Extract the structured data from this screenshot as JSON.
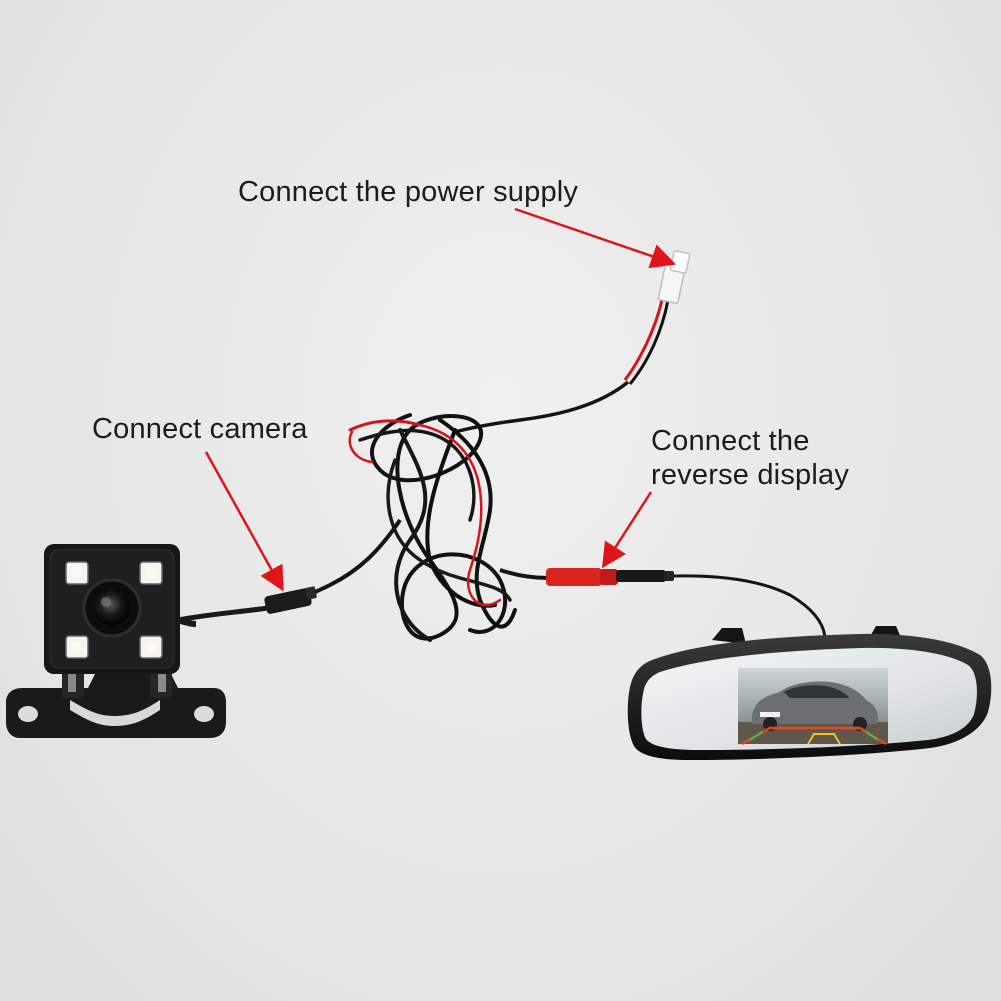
{
  "labels": {
    "power": "Connect the power supply",
    "camera": "Connect camera",
    "display_line1": "Connect the",
    "display_line2": "reverse display"
  },
  "colors": {
    "arrow": "#e0141a",
    "cable": "#111111",
    "red_wire": "#d8141a",
    "background": "#e9e9e9"
  },
  "icons": {
    "camera": "backup-camera-icon",
    "mirror": "rearview-mirror-monitor-icon",
    "connector": "power-connector-icon"
  }
}
